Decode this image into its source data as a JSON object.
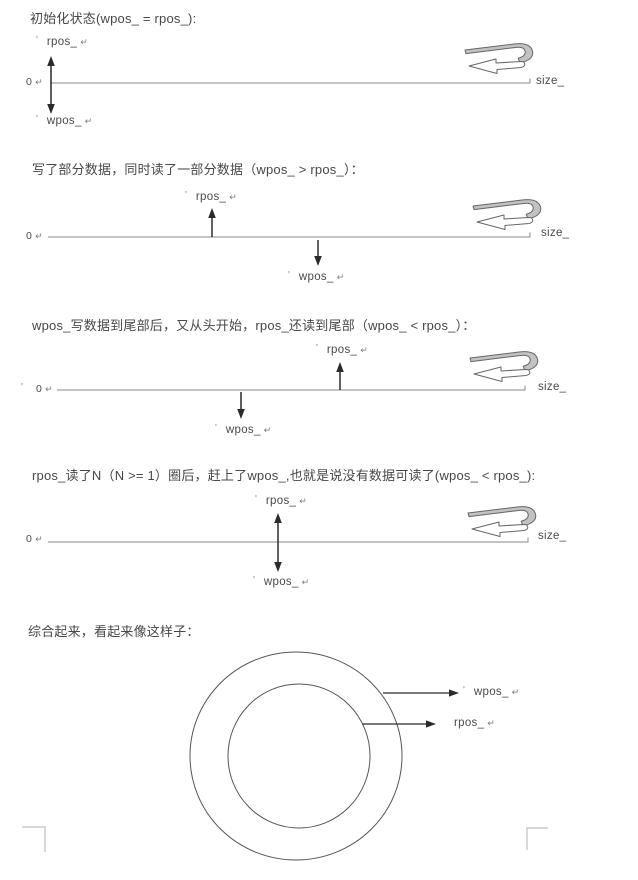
{
  "document": {
    "headings": [
      "初始化状态(wpos_ = rpos_):",
      "写了部分数据，同时读了一部分数据（wpos_ > rpos_）：",
      "wpos_写数据到尾部后，又从头开始，rpos_还读到尾部（wpos_ < rpos_）：",
      "rpos_读了N（N >= 1）圈后，赶上了wpos_,也就是说没有数据可读了(wpos_ < rpos_):",
      "综合起来，看起来像这样子："
    ],
    "labels": {
      "rpos": "rpos_",
      "wpos": "wpos_",
      "zero": "0",
      "size": "size_"
    },
    "marks": {
      "return": "↵",
      "tick": "'"
    },
    "colors": {
      "text": "#474747",
      "timeline": "#8a8a8a",
      "arrow": "#2b2b2b",
      "loop_icon_fill": "#c2c2c2",
      "loop_icon_stroke": "#666666",
      "ring_stroke": "#555555",
      "corner_mark": "#cbcbcb"
    }
  }
}
